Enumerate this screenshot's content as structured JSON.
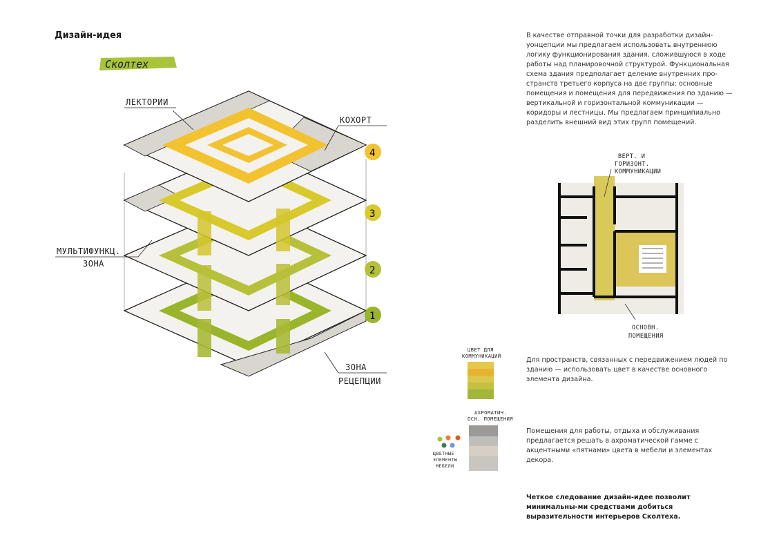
{
  "page": {
    "title": "Дизайн-идея",
    "intro": "В качестве отправной точки для разработки дизайн-уонцепции мы предлагаем использовать внутреннюю логику функционирования здания, сложившуюся в ходе работы над планировочной структурой. Функциональная схема здания предполагает деление внутренних про-странств третьего корпуса на две группы: основные помещения и помещения для передвижения по зданию — вертикальной и горизонтальной коммуникации — коридоры и лестницы. Мы предлагаем принципиально разделить внешний вид этих групп помещений.",
    "communication_text": "Для пространств, связанных с передвижением людей по зданию — использовать цвет в качестве основного элемента дизайна.",
    "achromatic_text": "Помещения для работы, отдыха и обслуживания предлагается решать в ахроматической гамме с акцентными «пятнами» цвета в мебели и элементах декора.",
    "conclusion": "Четкое следование дизайн-идее позволит минимальны-ми средствами добиться выразительности интерьеров Сколтеха."
  },
  "diagram": {
    "logo": "Сколтех",
    "labels": {
      "lectures": "ЛЕКТОРИИ",
      "cohort": "КОХОРТ",
      "multifunc_1": "МУЛЬТИФУНКЦ.",
      "multifunc_2": "ЗОНА",
      "reception_1": "ЗОНА",
      "reception_2": "РЕЦЕПЦИИ"
    },
    "floors": [
      "4",
      "3",
      "2",
      "1"
    ],
    "colors": {
      "floor4": "#f2c230",
      "floor3": "#d8c92c",
      "floor2": "#b5c13a",
      "floor1": "#9ab42c",
      "gray": "#d9d5cf",
      "slab": "#f4f2ee"
    }
  },
  "plan": {
    "label_top_1": "ВЕРТ. И",
    "label_top_2": "ГОРИЗОНТ.",
    "label_top_3": "КОММУНИКАЦИИ",
    "label_bottom_1": "ОСНОВН.",
    "label_bottom_2": "ПОМЕЩЕНИЯ"
  },
  "swatches": {
    "color_label_1": "ЦВЕТ ДЛЯ",
    "color_label_2": "КОММУНИКАЦИЙ",
    "achrom_label_1": "АХРОМАТИЧ.",
    "achrom_label_2": "ОСН. ПОМЕЩЕНИЯ",
    "accent_label_1": "ЦВЕТНЫЕ",
    "accent_label_2": "ЭЛЕМЕНТЫ",
    "accent_label_3": "МЕБЕЛИ"
  }
}
